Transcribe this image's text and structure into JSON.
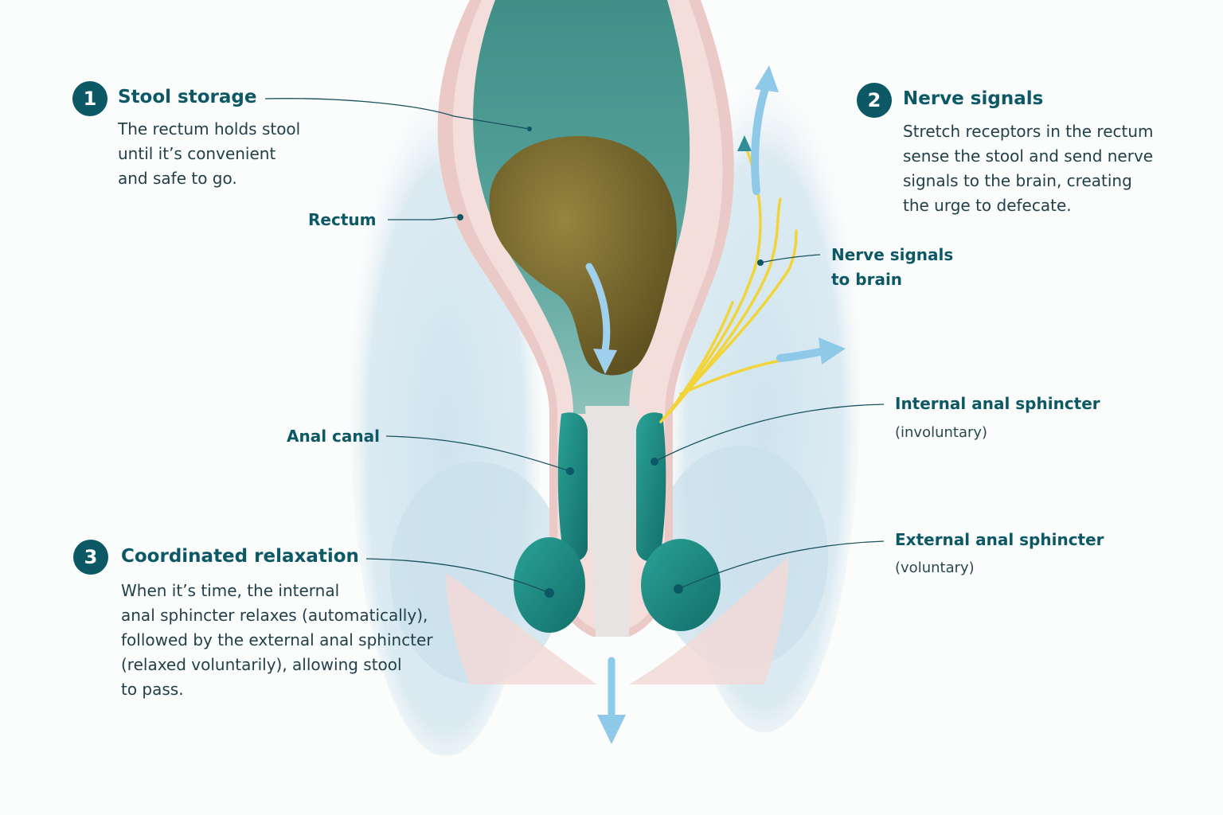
{
  "callouts": [
    {
      "number": "1",
      "title": "Stool storage",
      "lines": [
        "The rectum holds stool",
        "until it’s convenient",
        "and safe to go."
      ]
    },
    {
      "number": "2",
      "title": "Nerve signals",
      "lines": [
        "Stretch receptors in the rectum",
        "sense the stool and send nerve",
        "signals to the brain, creating",
        "the urge to defecate."
      ]
    },
    {
      "number": "3",
      "title": "Coordinated relaxation",
      "lines": [
        "When it’s time, the internal",
        "anal sphincter relaxes (automatically),",
        "followed by the external anal sphincter",
        "(relaxed voluntarily), allowing stool",
        "to pass."
      ]
    }
  ],
  "labels": {
    "rectum": "Rectum",
    "anal_canal": "Anal canal",
    "nerve_signals_line1": "Nerve signals",
    "nerve_signals_line2": "to brain",
    "internal_sphincter": "Internal anal sphincter",
    "internal_sphincter_note": "(involuntary)",
    "external_sphincter": "External anal sphincter",
    "external_sphincter_note": "(voluntary)"
  },
  "colors": {
    "accent": "#0c5865",
    "muscle": "#1d8a82",
    "stool": "#7a6a30",
    "nerve": "#f2d43a",
    "arrow": "#8fc9e8"
  }
}
